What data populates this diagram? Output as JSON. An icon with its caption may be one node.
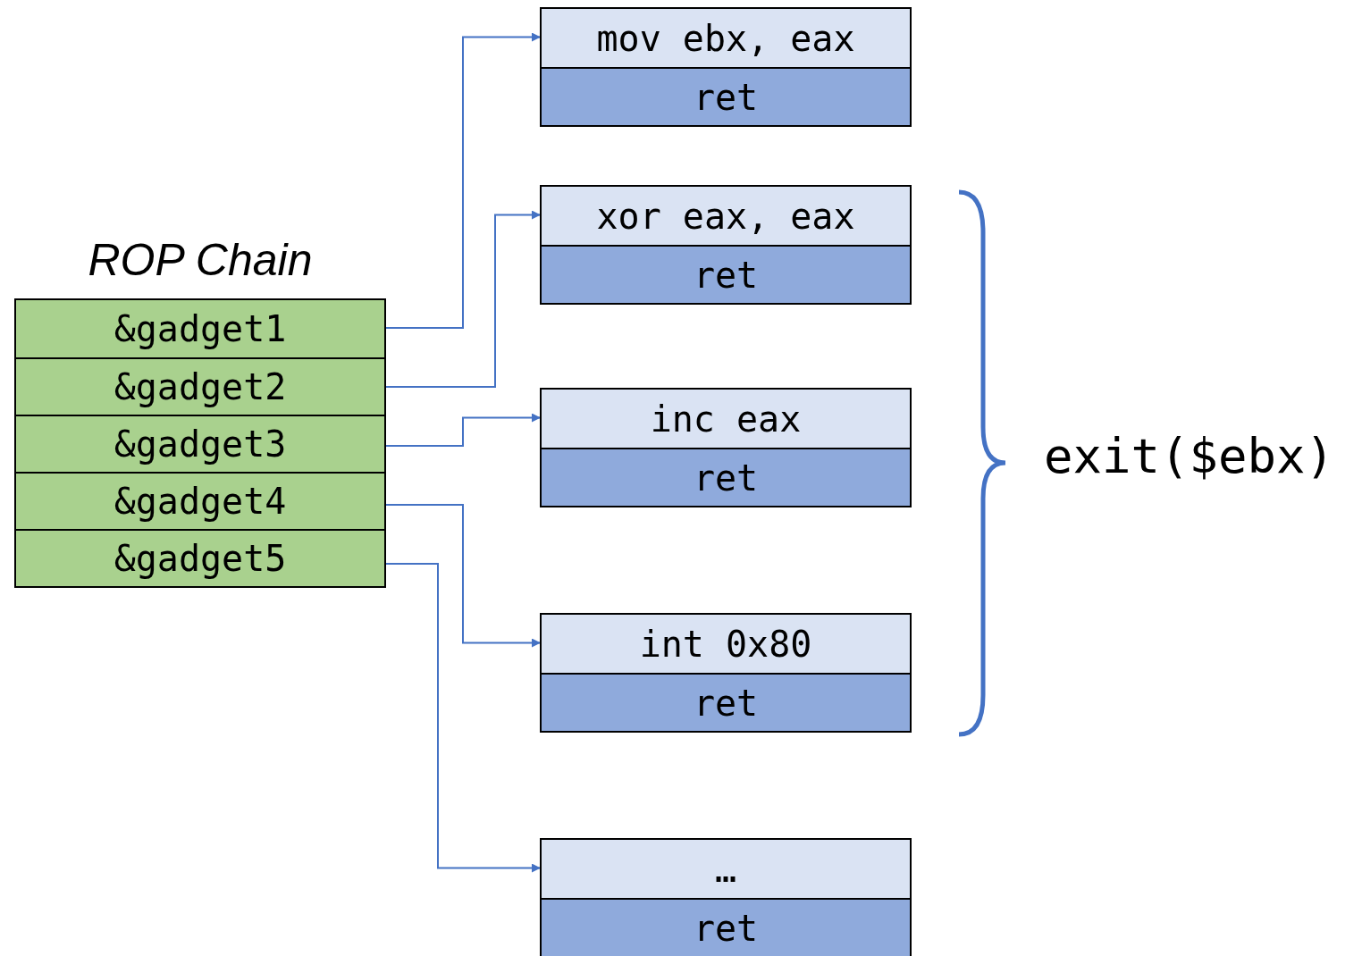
{
  "diagram": {
    "nodes": [
      {
        "text": [
          "ROP Chain"
        ]
      },
      {
        "text": [
          "&gadget1"
        ],
        "in": 0
      },
      {
        "text": [
          "&gadget2"
        ],
        "in": 0
      },
      {
        "text": [
          "&gadget3"
        ],
        "in": 0
      },
      {
        "text": [
          "&gadget4"
        ],
        "in": 0
      },
      {
        "text": [
          "&gadget5"
        ],
        "in": 0
      },
      {
        "text": [
          "mov ebx, eax",
          "ret"
        ]
      },
      {
        "text": [
          "xor eax, eax",
          "ret"
        ]
      },
      {
        "text": [
          "inc eax",
          "ret"
        ]
      },
      {
        "text": [
          "int 0x80",
          "ret"
        ]
      },
      {
        "text": [
          "…",
          "ret"
        ]
      }
    ],
    "edges": [
      {
        "from": 1,
        "to": 6,
        "arrow": "to"
      },
      {
        "from": 2,
        "to": 7,
        "arrow": "to"
      },
      {
        "from": 3,
        "to": 8,
        "arrow": "to"
      },
      {
        "from": 4,
        "to": 9,
        "arrow": "to"
      },
      {
        "from": 5,
        "to": 10,
        "arrow": "to"
      }
    ],
    "labels": [
      "exit($ebx)"
    ]
  }
}
